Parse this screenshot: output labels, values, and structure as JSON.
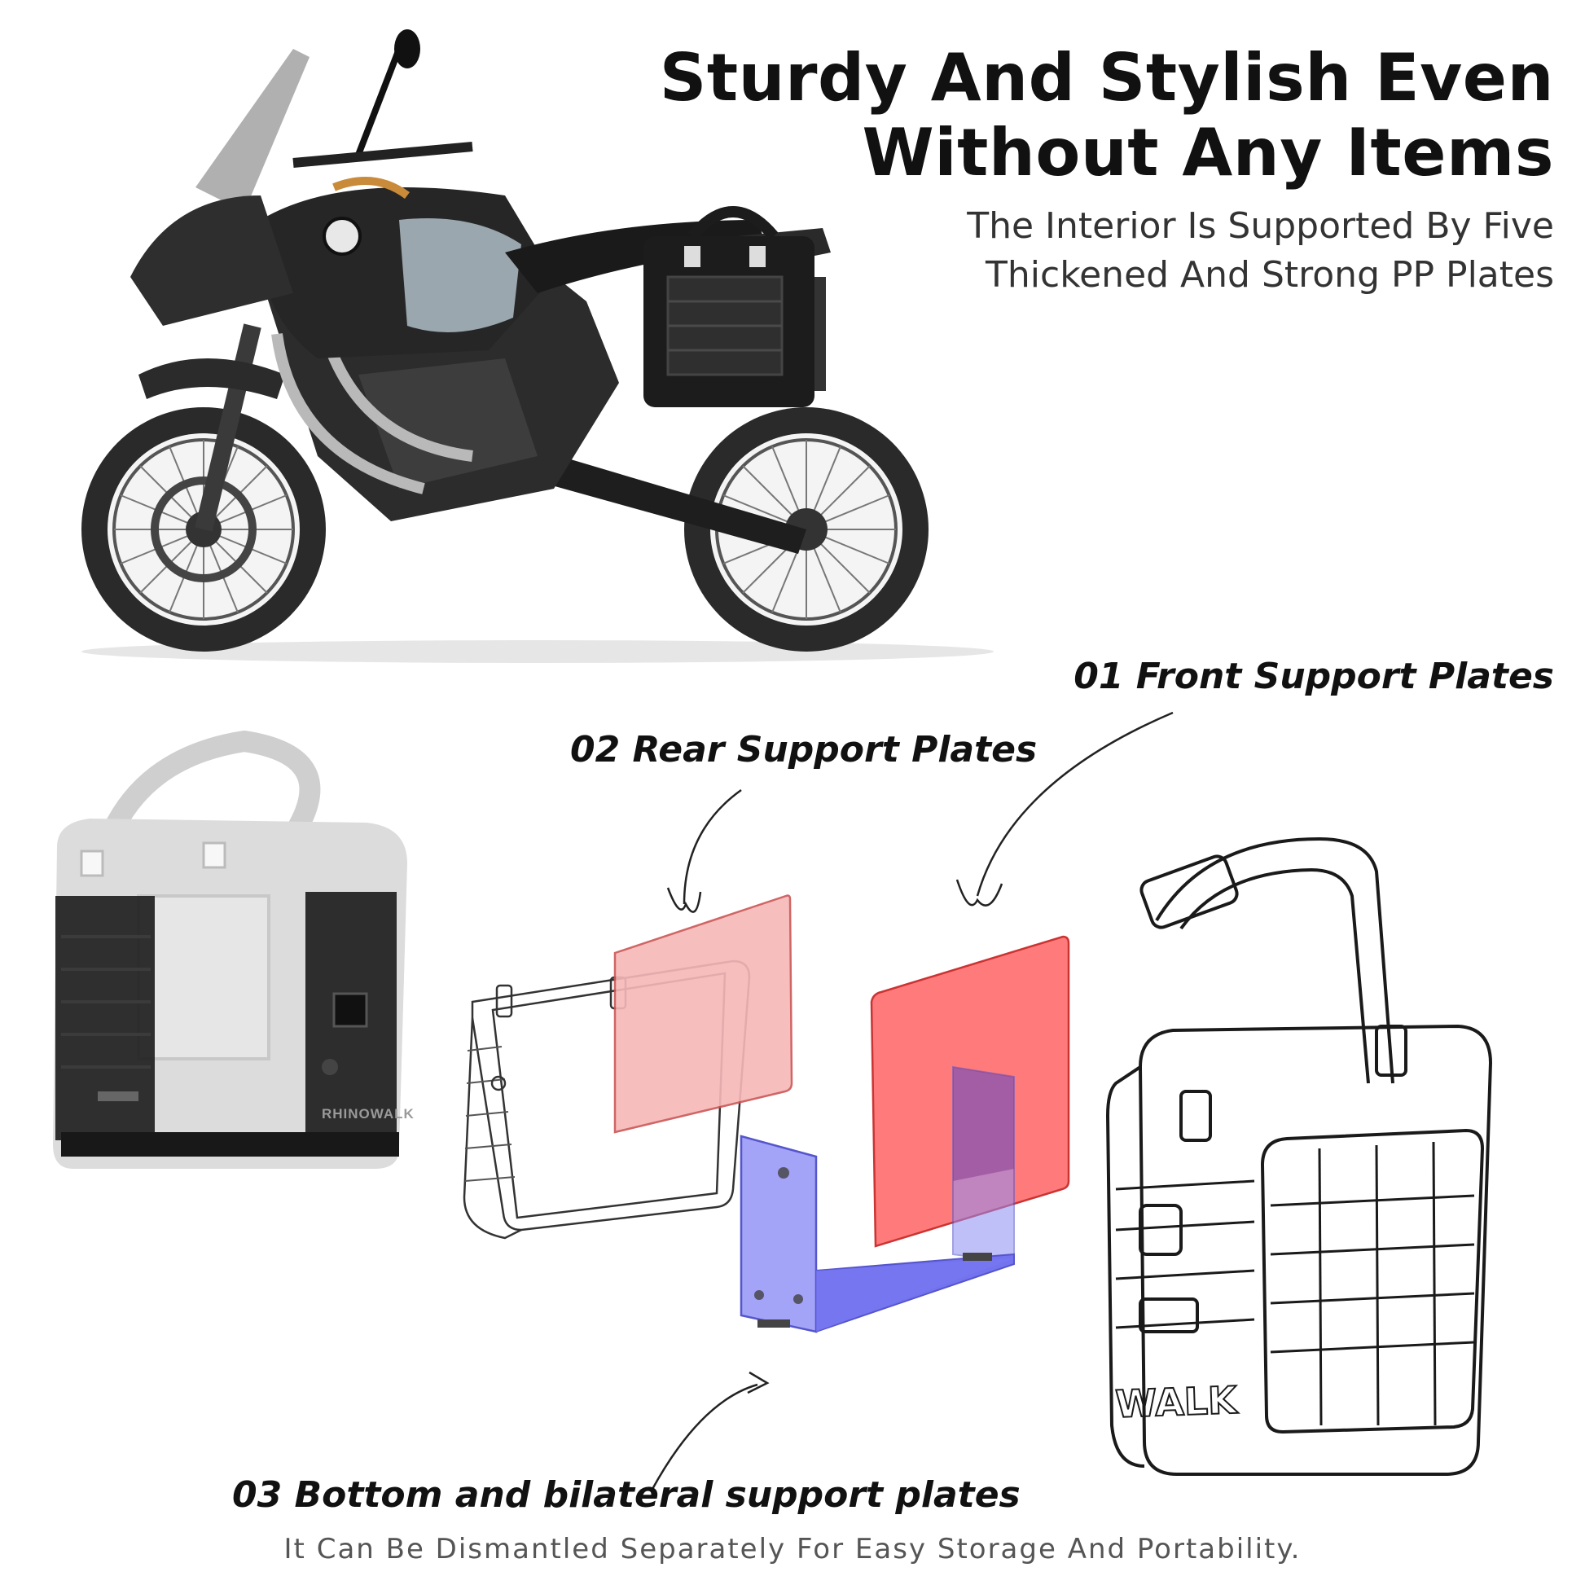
{
  "headline": {
    "line1": "Sturdy And Stylish Even",
    "line2": "Without Any Items"
  },
  "subheadline": {
    "line1": "The Interior Is Supported By Five",
    "line2": "Thickened And Strong PP Plates"
  },
  "labels": {
    "front": "01 Front  Support Plates",
    "rear": "02 Rear Support Plates",
    "bottom": "03 Bottom and bilateral support plates"
  },
  "footer": "It Can Be Dismantled Separately For Easy Storage And Portability.",
  "bag_brand": "RHINOWALK",
  "sketch_brand": "WALK",
  "colors": {
    "rear_plate": "#f7b8b8",
    "front_plate": "#ff7b7b",
    "bottom_plate": "#8e8ef5",
    "motorcycle_body": "#222222"
  },
  "icons": [
    "motorcycle-image",
    "saddlebag-photo",
    "bag-sketch",
    "curved-arrow-icon"
  ]
}
